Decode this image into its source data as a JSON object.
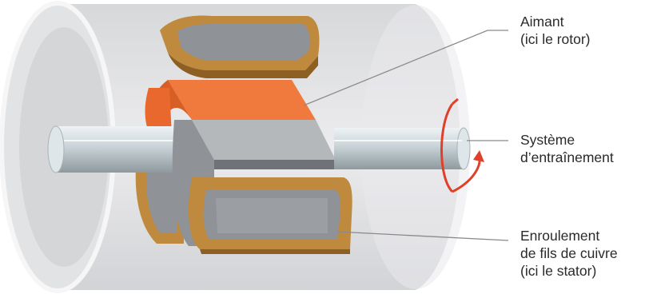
{
  "labels": {
    "magnet": {
      "line1": "Aimant",
      "line2": "(ici le rotor)"
    },
    "drive": {
      "line1": "Système",
      "line2": "d’entraînement"
    },
    "winding": {
      "line1": "Enroulement",
      "line2": "de fils de cuivre",
      "line3": "(ici le stator)"
    }
  },
  "colors": {
    "housing": "#e4e4e6",
    "housing_edge": "#f4f4f5",
    "copper": "#c08a3e",
    "copper_dark": "#8e5f22",
    "iron": "#8f9296",
    "iron_light": "#a7aaae",
    "magnet_orange": "#f07a3e",
    "magnet_dark": "#d85f24",
    "shaft": "#c8d2d6",
    "leader_line": "#8a8a8a",
    "rotation_arrow": "#e0402a"
  }
}
